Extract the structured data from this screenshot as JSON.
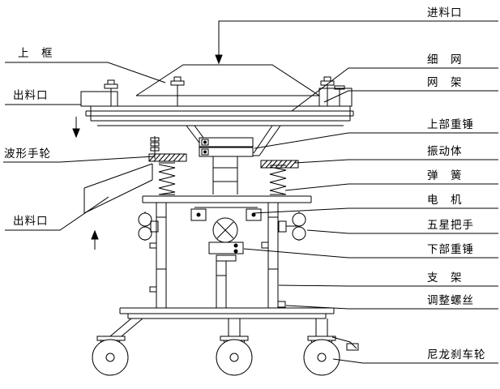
{
  "colors": {
    "line": "#000000",
    "background": "#ffffff"
  },
  "labels": {
    "upper_frame": "上　框",
    "outlet_top": "出料口",
    "wave_handwheel": "波形手轮",
    "outlet_bottom": "出料口",
    "feed_inlet": "进料口",
    "fine_mesh": "细　网",
    "mesh_frame": "网　架",
    "upper_weight": "上部重锤",
    "vibration_body": "振动体",
    "spring": "弹　簧",
    "motor": "电　机",
    "star_handle": "五星把手",
    "lower_weight": "下部重锤",
    "support_frame": "支　架",
    "adjust_screw": "调整螺丝",
    "nylon_brake_wheel": "尼龙刹车轮"
  }
}
